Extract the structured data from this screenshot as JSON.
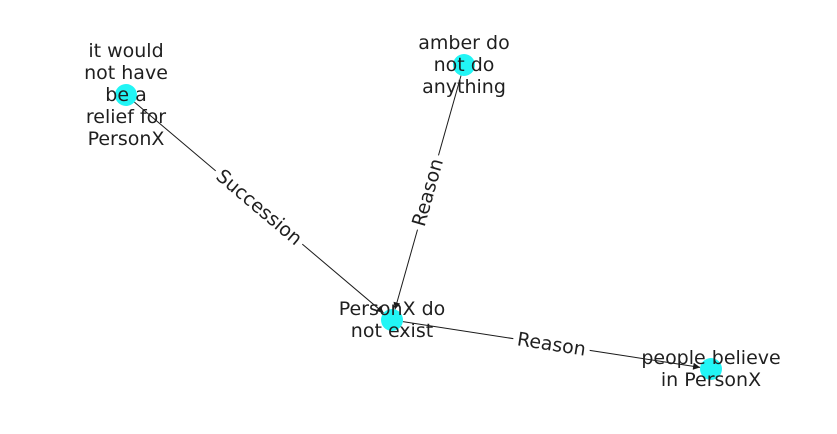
{
  "graph": {
    "node_color": "#22f5f5",
    "edge_color": "#1a1a1a",
    "label_color": "#1f1f1f",
    "nodes": [
      {
        "id": "n1",
        "name": "node-it-would-not-have-be-a-relief",
        "lines": [
          "it would",
          "not have",
          "be a",
          "relief for",
          "PersonX"
        ]
      },
      {
        "id": "n2",
        "name": "node-amber-do-not-do-anything",
        "lines": [
          "amber do",
          "not do",
          "anything"
        ]
      },
      {
        "id": "n3",
        "name": "node-personx-do-not-exist",
        "lines": [
          "PersonX do",
          "not exist"
        ]
      },
      {
        "id": "n4",
        "name": "node-people-believe-in-personx",
        "lines": [
          "people believe",
          "in PersonX"
        ]
      }
    ],
    "edges": [
      {
        "source": "n1",
        "target": "n3",
        "label": "Succession"
      },
      {
        "source": "n2",
        "target": "n3",
        "label": "Reason"
      },
      {
        "source": "n3",
        "target": "n4",
        "label": "Reason"
      }
    ]
  }
}
